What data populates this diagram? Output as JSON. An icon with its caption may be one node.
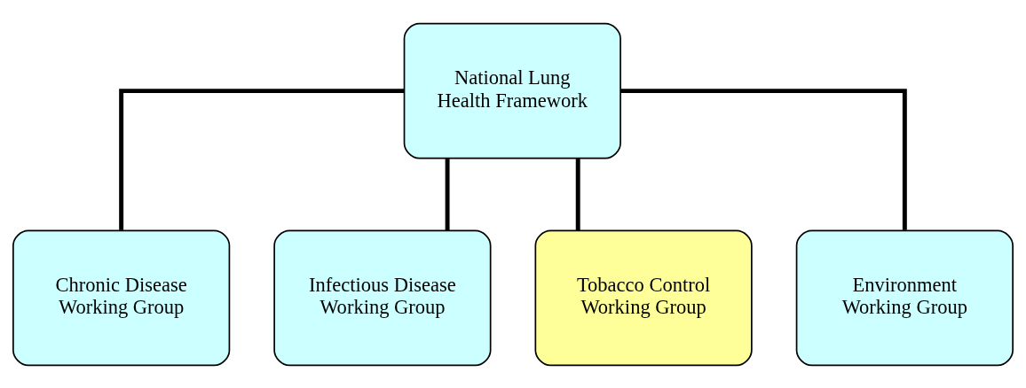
{
  "diagram": {
    "nodes": [
      {
        "text": [
          "National Lung Health Framework"
        ]
      },
      {
        "text": [
          "Chronic Disease Working Group"
        ]
      },
      {
        "text": [
          "Infectious Disease Working Group"
        ]
      },
      {
        "text": [
          "Tobacco Control Working Group"
        ]
      },
      {
        "text": [
          "Environment Working Group"
        ]
      }
    ],
    "edges": [
      {
        "from": 0,
        "to": 1,
        "arrow": "none"
      },
      {
        "from": 0,
        "to": 2,
        "arrow": "none"
      },
      {
        "from": 0,
        "to": 3,
        "arrow": "none"
      },
      {
        "from": 0,
        "to": 4,
        "arrow": "none"
      }
    ]
  }
}
